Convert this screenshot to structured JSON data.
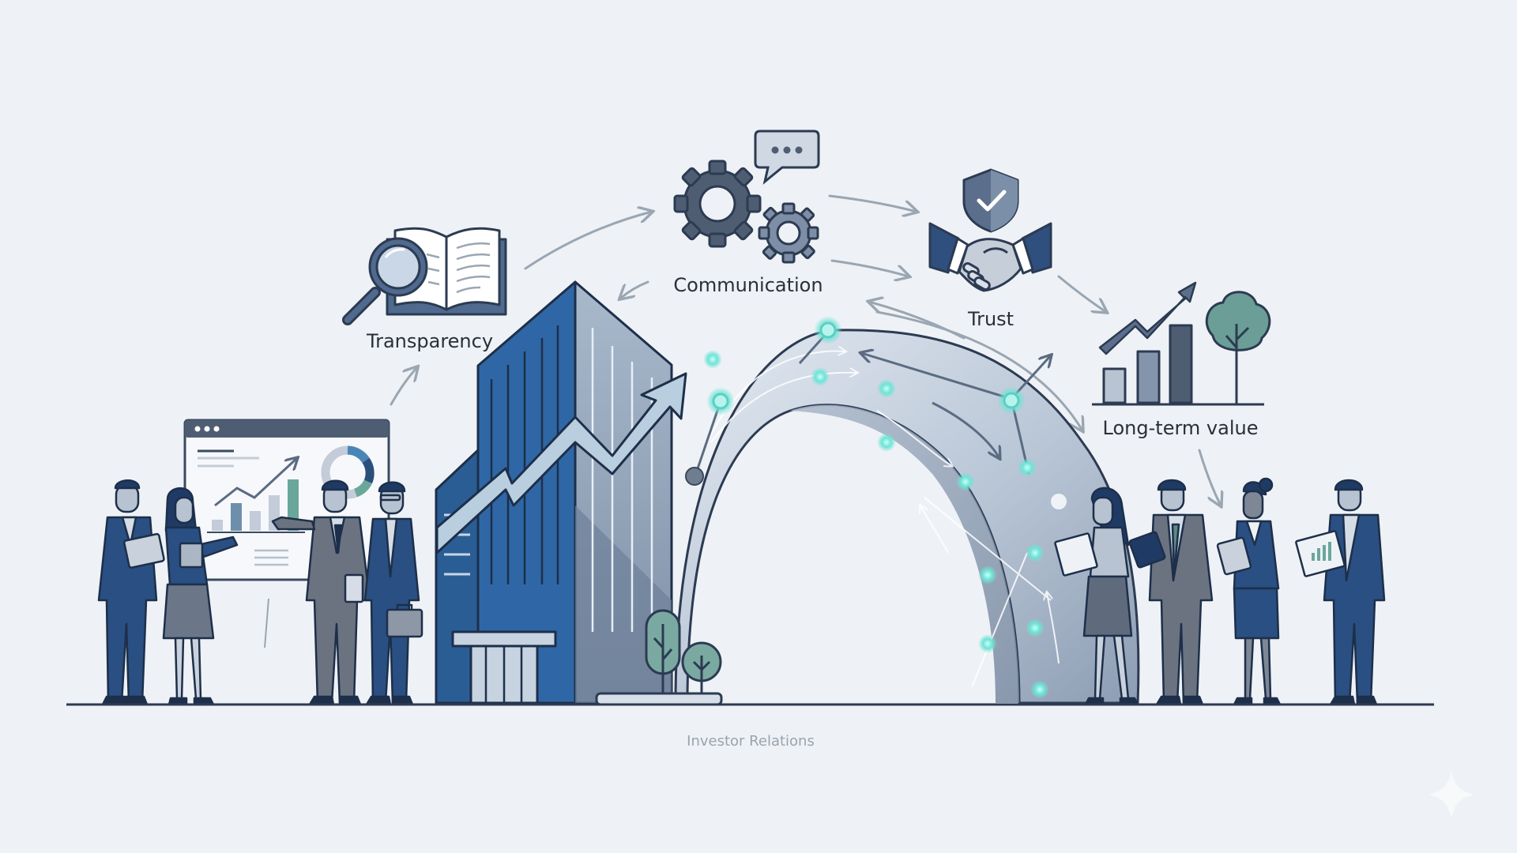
{
  "labels": {
    "transparency": "Transparency",
    "communication": "Communication",
    "trust": "Trust",
    "long_term_value": "Long-term value"
  },
  "caption": "Investor Relations",
  "icons": [
    "magnifier-book-icon",
    "gears-chat-icon",
    "shield-handshake-icon",
    "growth-chart-tree-icon",
    "sparkle-icon"
  ],
  "palette": {
    "background": "#eef2f6",
    "navy": "#1f3a64",
    "blue": "#2f67a6",
    "steel": "#5b6b82",
    "slate_gray": "#7d8796",
    "light_steel": "#b7c4d4",
    "teal_glow": "#6fe3d6",
    "tree_green": "#6a9e96",
    "text": "#2a2f38",
    "caption_text": "#9aa3ad"
  },
  "scene": {
    "left_group_people": 4,
    "right_group_people": 4,
    "presentation_board": {
      "window_dots": 3,
      "bar_chart_bars": 5,
      "donut_segments": 4
    },
    "value_chart_bars": 3
  }
}
